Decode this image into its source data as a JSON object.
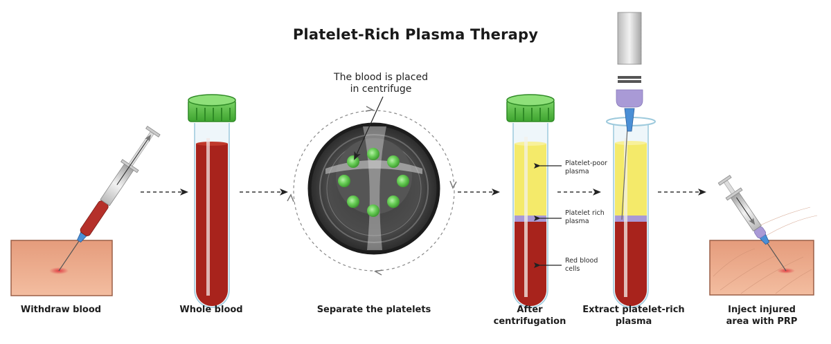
{
  "title": "Platelet-Rich Plasma Therapy",
  "steps": [
    {
      "id": "withdraw",
      "caption_lines": [
        "Withdraw blood"
      ]
    },
    {
      "id": "whole-blood",
      "caption_lines": [
        "Whole blood"
      ]
    },
    {
      "id": "separate",
      "caption_lines": [
        "Separate the platelets"
      ]
    },
    {
      "id": "after-centrifugation",
      "caption_lines": [
        "After",
        "centrifugation"
      ]
    },
    {
      "id": "extract",
      "caption_lines": [
        "Extract platelet-rich",
        "plasma"
      ]
    },
    {
      "id": "inject",
      "caption_lines": [
        "Inject injured",
        "area with PRP"
      ]
    }
  ],
  "centrifuge_annotation": [
    "The blood is placed",
    "in centrifuge"
  ],
  "layer_labels": {
    "platelet_poor": [
      "Platelet-poor",
      "plasma"
    ],
    "platelet_rich": [
      "Platelet rich",
      "plasma"
    ],
    "red_cells": [
      "Red blood",
      "cells"
    ]
  },
  "colors": {
    "blood": "#a8231c",
    "plasma": "#f4ea6a",
    "prp": "#a99ad6",
    "cap_green": "#5fc04a",
    "cap_dark": "#2f8a26",
    "skin": "#eaa98a",
    "skin_border": "#9a5e46",
    "glass": "#9cc9dc",
    "needle_hub": "#4a8fd6",
    "rotor_dark": "#3a3a3a",
    "tube_green_ball": "#6cd05a"
  }
}
